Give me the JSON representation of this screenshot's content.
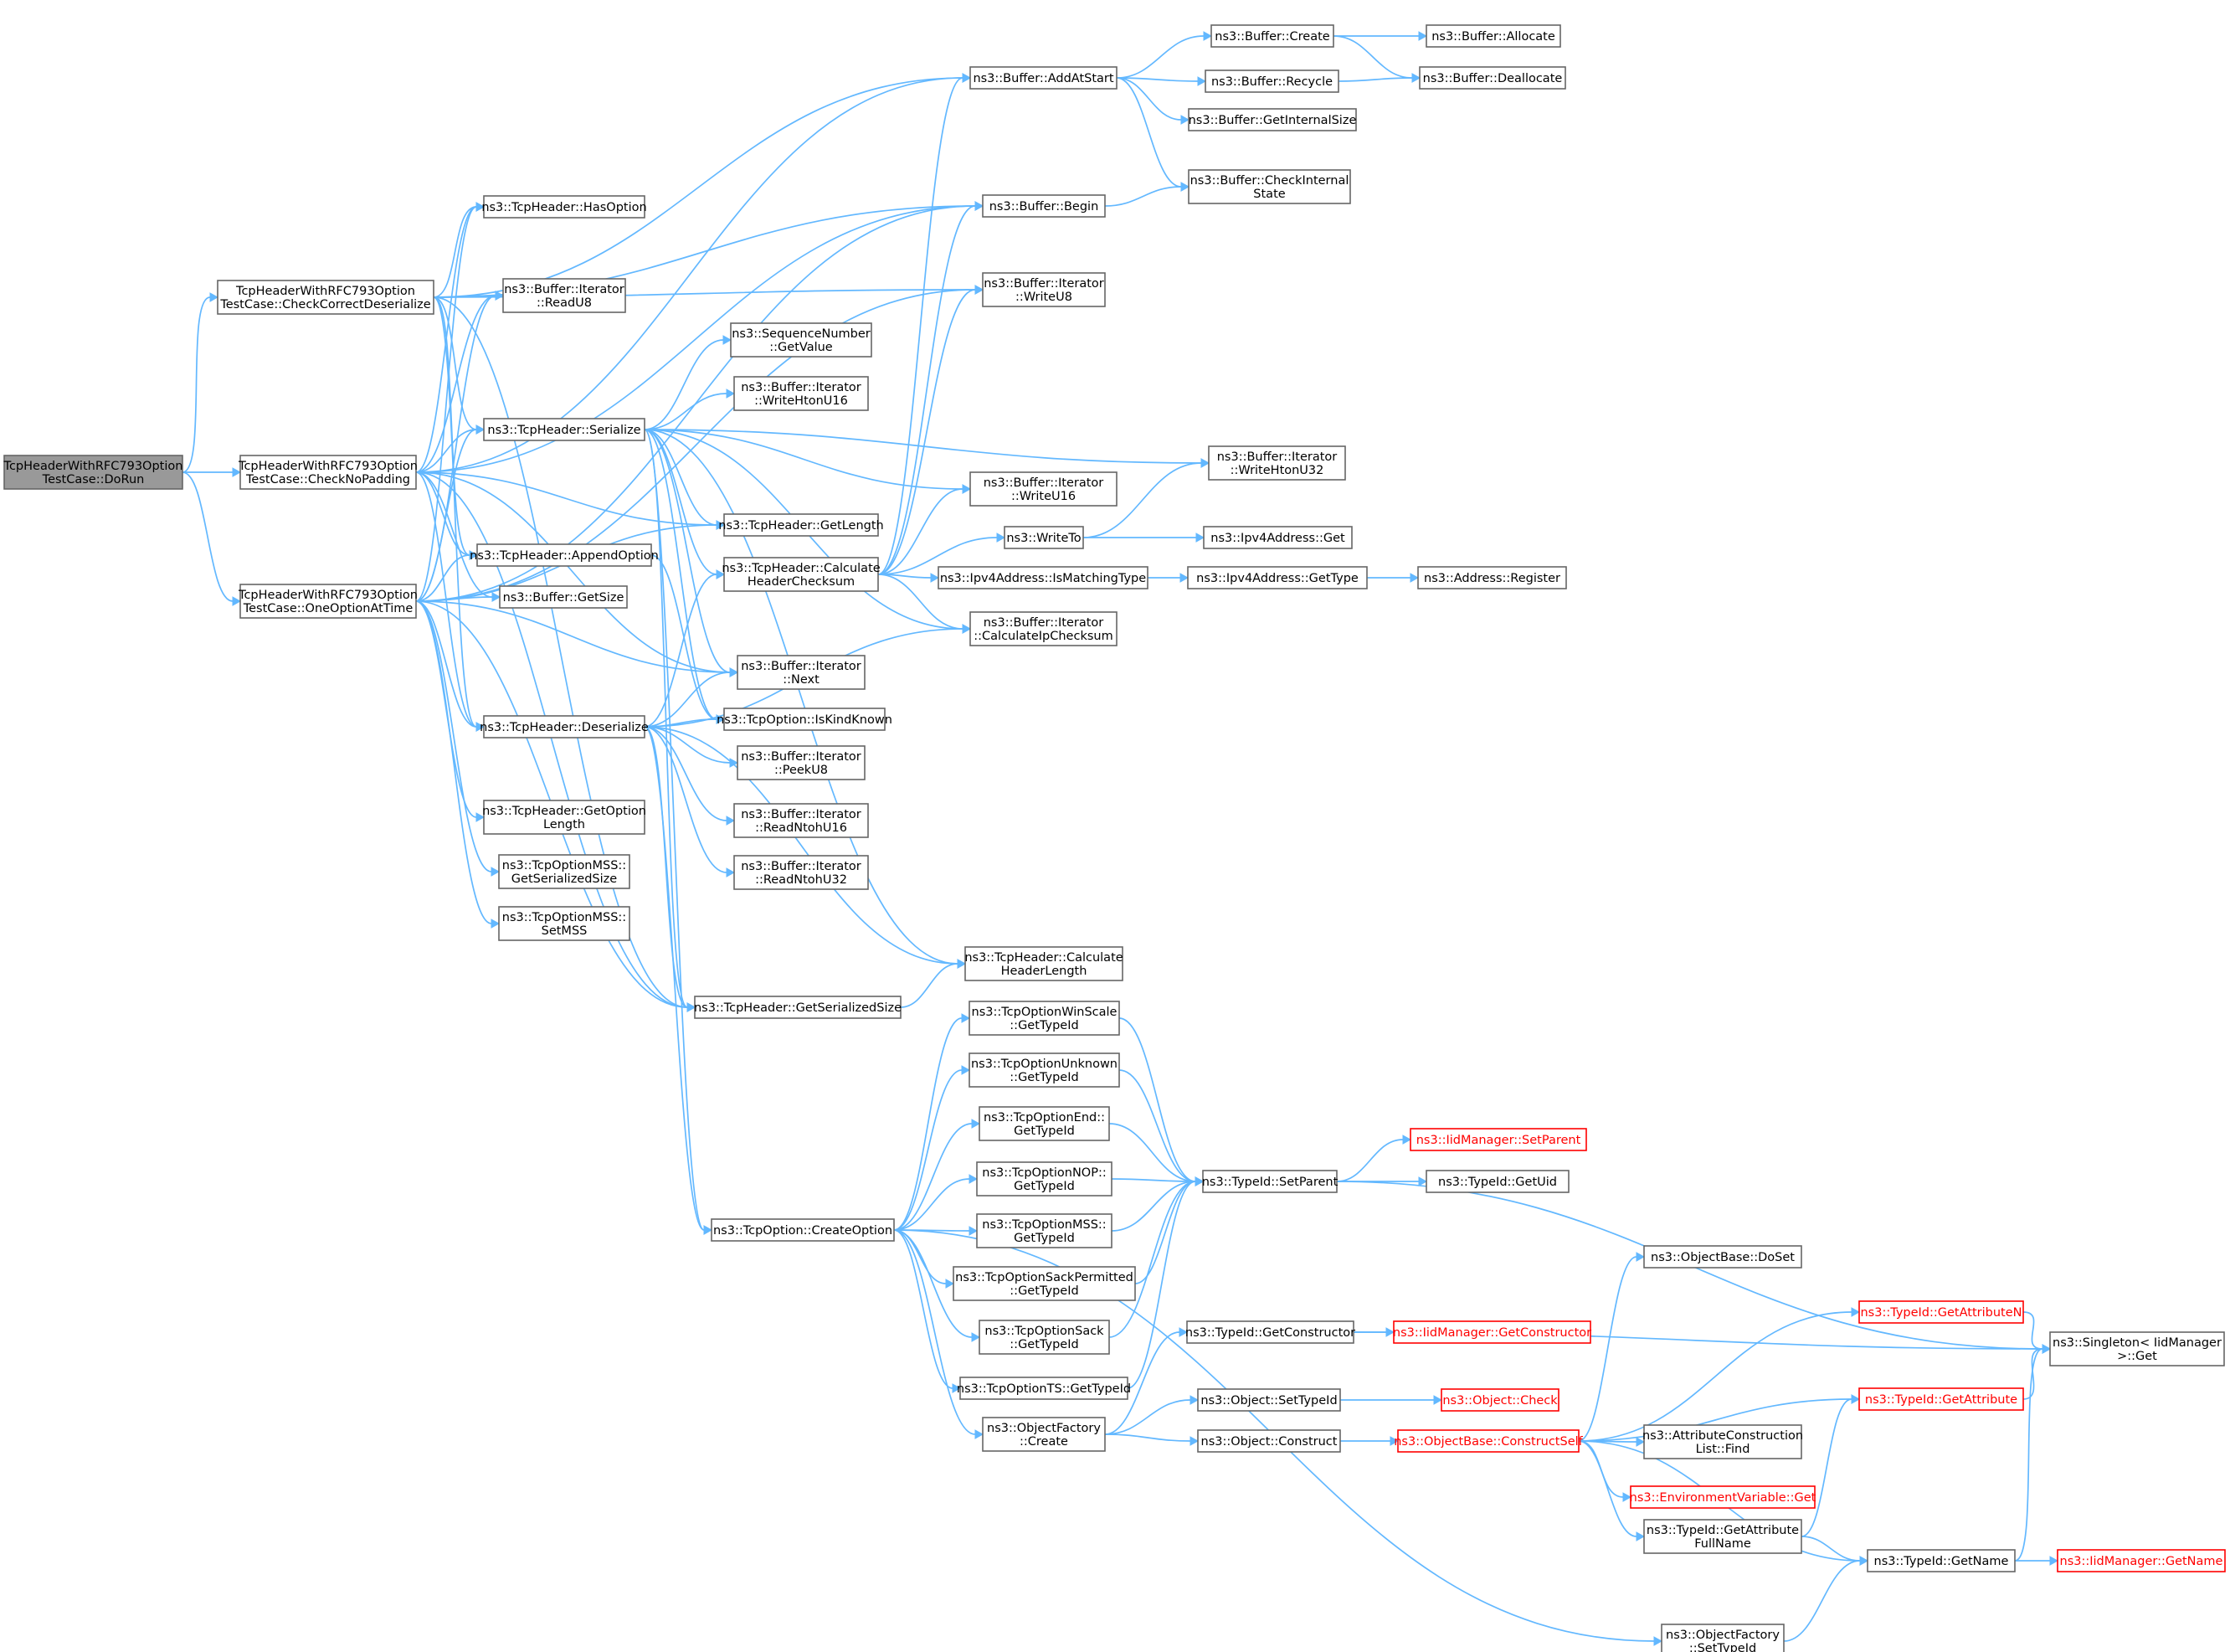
{
  "diagram": {
    "nodes": [
      {
        "id": "root",
        "lines": [
          "TcpHeaderWithRFC793Option",
          "TestCase::DoRun"
        ]
      },
      {
        "id": "ccd",
        "lines": [
          "TcpHeaderWithRFC793Option",
          "TestCase::CheckCorrectDeserialize"
        ]
      },
      {
        "id": "cnp",
        "lines": [
          "TcpHeaderWithRFC793Option",
          "TestCase::CheckNoPadding"
        ]
      },
      {
        "id": "ooat",
        "lines": [
          "TcpHeaderWithRFC793Option",
          "TestCase::OneOptionAtTime"
        ]
      },
      {
        "id": "hasopt",
        "lines": [
          "ns3::TcpHeader::HasOption"
        ]
      },
      {
        "id": "readu8",
        "lines": [
          "ns3::Buffer::Iterator",
          "::ReadU8"
        ]
      },
      {
        "id": "serialize",
        "lines": [
          "ns3::TcpHeader::Serialize"
        ]
      },
      {
        "id": "appendopt",
        "lines": [
          "ns3::TcpHeader::AppendOption"
        ]
      },
      {
        "id": "bgetsize",
        "lines": [
          "ns3::Buffer::GetSize"
        ]
      },
      {
        "id": "deserialize",
        "lines": [
          "ns3::TcpHeader::Deserialize"
        ]
      },
      {
        "id": "getoptlen",
        "lines": [
          "ns3::TcpHeader::GetOption",
          "Length"
        ]
      },
      {
        "id": "mssgss",
        "lines": [
          "ns3::TcpOptionMSS::",
          "GetSerializedSize"
        ]
      },
      {
        "id": "msssetmss",
        "lines": [
          "ns3::TcpOptionMSS::",
          "SetMSS"
        ]
      },
      {
        "id": "addatstart",
        "lines": [
          "ns3::Buffer::AddAtStart"
        ]
      },
      {
        "id": "begin",
        "lines": [
          "ns3::Buffer::Begin"
        ]
      },
      {
        "id": "writeu8",
        "lines": [
          "ns3::Buffer::Iterator",
          "::WriteU8"
        ]
      },
      {
        "id": "seqgetval",
        "lines": [
          "ns3::SequenceNumber",
          "::GetValue"
        ]
      },
      {
        "id": "writehtonu16",
        "lines": [
          "ns3::Buffer::Iterator",
          "::WriteHtonU16"
        ]
      },
      {
        "id": "getlength",
        "lines": [
          "ns3::TcpHeader::GetLength"
        ]
      },
      {
        "id": "calchdrcs",
        "lines": [
          "ns3::TcpHeader::Calculate",
          "HeaderChecksum"
        ]
      },
      {
        "id": "next",
        "lines": [
          "ns3::Buffer::Iterator",
          "::Next"
        ]
      },
      {
        "id": "iskindknown",
        "lines": [
          "ns3::TcpOption::IsKindKnown"
        ]
      },
      {
        "id": "peeku8",
        "lines": [
          "ns3::Buffer::Iterator",
          "::PeekU8"
        ]
      },
      {
        "id": "readntohu16",
        "lines": [
          "ns3::Buffer::Iterator",
          "::ReadNtohU16"
        ]
      },
      {
        "id": "readntohu32",
        "lines": [
          "ns3::Buffer::Iterator",
          "::ReadNtohU32"
        ]
      },
      {
        "id": "writeu16",
        "lines": [
          "ns3::Buffer::Iterator",
          "::WriteU16"
        ]
      },
      {
        "id": "writeto",
        "lines": [
          "ns3::WriteTo"
        ]
      },
      {
        "id": "ipv4ismatch",
        "lines": [
          "ns3::Ipv4Address::IsMatchingType"
        ]
      },
      {
        "id": "calcipcs",
        "lines": [
          "ns3::Buffer::Iterator",
          "::CalculateIpChecksum"
        ]
      },
      {
        "id": "calchdrlen",
        "lines": [
          "ns3::TcpHeader::Calculate",
          "HeaderLength"
        ]
      },
      {
        "id": "getserialsize",
        "lines": [
          "ns3::TcpHeader::GetSerializedSize"
        ]
      },
      {
        "id": "bcreate",
        "lines": [
          "ns3::Buffer::Create"
        ]
      },
      {
        "id": "brecycle",
        "lines": [
          "ns3::Buffer::Recycle"
        ]
      },
      {
        "id": "bgetinternal",
        "lines": [
          "ns3::Buffer::GetInternalSize"
        ]
      },
      {
        "id": "bcheckinternal",
        "lines": [
          "ns3::Buffer::CheckInternal",
          "State"
        ]
      },
      {
        "id": "writehtonu32",
        "lines": [
          "ns3::Buffer::Iterator",
          "::WriteHtonU32"
        ]
      },
      {
        "id": "ipv4get",
        "lines": [
          "ns3::Ipv4Address::Get"
        ]
      },
      {
        "id": "ipv4gettype",
        "lines": [
          "ns3::Ipv4Address::GetType"
        ]
      },
      {
        "id": "ballocate",
        "lines": [
          "ns3::Buffer::Allocate"
        ]
      },
      {
        "id": "bdeallocate",
        "lines": [
          "ns3::Buffer::Deallocate"
        ]
      },
      {
        "id": "addrregister",
        "lines": [
          "ns3::Address::Register"
        ]
      },
      {
        "id": "createoption",
        "lines": [
          "ns3::TcpOption::CreateOption"
        ]
      },
      {
        "id": "winscale",
        "lines": [
          "ns3::TcpOptionWinScale",
          "::GetTypeId"
        ]
      },
      {
        "id": "unknown",
        "lines": [
          "ns3::TcpOptionUnknown",
          "::GetTypeId"
        ]
      },
      {
        "id": "optend",
        "lines": [
          "ns3::TcpOptionEnd::",
          "GetTypeId"
        ]
      },
      {
        "id": "optnop",
        "lines": [
          "ns3::TcpOptionNOP::",
          "GetTypeId"
        ]
      },
      {
        "id": "optmss",
        "lines": [
          "ns3::TcpOptionMSS::",
          "GetTypeId"
        ]
      },
      {
        "id": "sackperm",
        "lines": [
          "ns3::TcpOptionSackPermitted",
          "::GetTypeId"
        ]
      },
      {
        "id": "sack",
        "lines": [
          "ns3::TcpOptionSack",
          "::GetTypeId"
        ]
      },
      {
        "id": "optts",
        "lines": [
          "ns3::TcpOptionTS::GetTypeId"
        ]
      },
      {
        "id": "ofcreate",
        "lines": [
          "ns3::ObjectFactory",
          "::Create"
        ]
      },
      {
        "id": "ofsettypeid",
        "lines": [
          "ns3::ObjectFactory",
          "::SetTypeId"
        ]
      },
      {
        "id": "setparent",
        "lines": [
          "ns3::TypeId::SetParent"
        ]
      },
      {
        "id": "iidsetparent",
        "lines": [
          "ns3::IidManager::SetParent"
        ],
        "red": true
      },
      {
        "id": "getuid",
        "lines": [
          "ns3::TypeId::GetUid"
        ]
      },
      {
        "id": "getconstructor",
        "lines": [
          "ns3::TypeId::GetConstructor"
        ]
      },
      {
        "id": "iidgetconstructor",
        "lines": [
          "ns3::IidManager::GetConstructor"
        ],
        "red": true
      },
      {
        "id": "objsettypeid",
        "lines": [
          "ns3::Object::SetTypeId"
        ]
      },
      {
        "id": "objcheck",
        "lines": [
          "ns3::Object::Check"
        ],
        "red": true
      },
      {
        "id": "objconstruct",
        "lines": [
          "ns3::Object::Construct"
        ]
      },
      {
        "id": "constructself",
        "lines": [
          "ns3::ObjectBase::ConstructSelf"
        ],
        "red": true
      },
      {
        "id": "doset",
        "lines": [
          "ns3::ObjectBase::DoSet"
        ]
      },
      {
        "id": "getattrn",
        "lines": [
          "ns3::TypeId::GetAttributeN"
        ],
        "red": true
      },
      {
        "id": "getattr",
        "lines": [
          "ns3::TypeId::GetAttribute"
        ],
        "red": true
      },
      {
        "id": "attrfind",
        "lines": [
          "ns3::AttributeConstruction",
          "List::Find"
        ]
      },
      {
        "id": "envget",
        "lines": [
          "ns3::EnvironmentVariable::Get"
        ],
        "red": true
      },
      {
        "id": "getattrfull",
        "lines": [
          "ns3::TypeId::GetAttribute",
          "FullName"
        ]
      },
      {
        "id": "getname",
        "lines": [
          "ns3::TypeId::GetName"
        ]
      },
      {
        "id": "iidgetname",
        "lines": [
          "ns3::IidManager::GetName"
        ],
        "red": true
      },
      {
        "id": "singleton",
        "lines": [
          "ns3::Singleton< IidManager",
          ">::Get"
        ]
      }
    ]
  }
}
